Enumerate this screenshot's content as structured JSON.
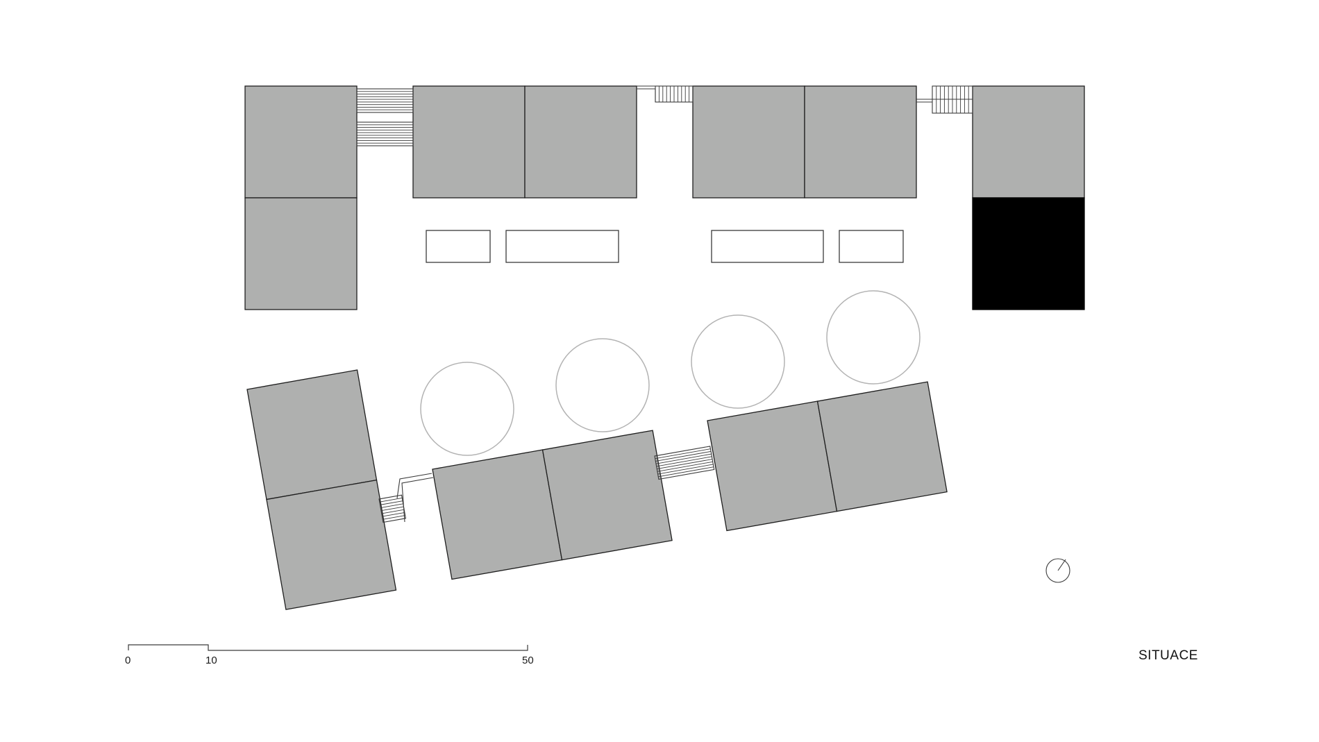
{
  "drawing": {
    "title": "SITUACE",
    "scale_bar": {
      "labels": [
        "0",
        "10",
        "50"
      ],
      "values_m": [
        0,
        10,
        50
      ]
    },
    "colors": {
      "building_fill": "#afb0af",
      "highlight_fill": "#000000",
      "line": "#1e1e1e",
      "tree_outline": "#b3b3b3",
      "background": "#ffffff"
    },
    "legend_icon": "north-arrow-icon"
  }
}
